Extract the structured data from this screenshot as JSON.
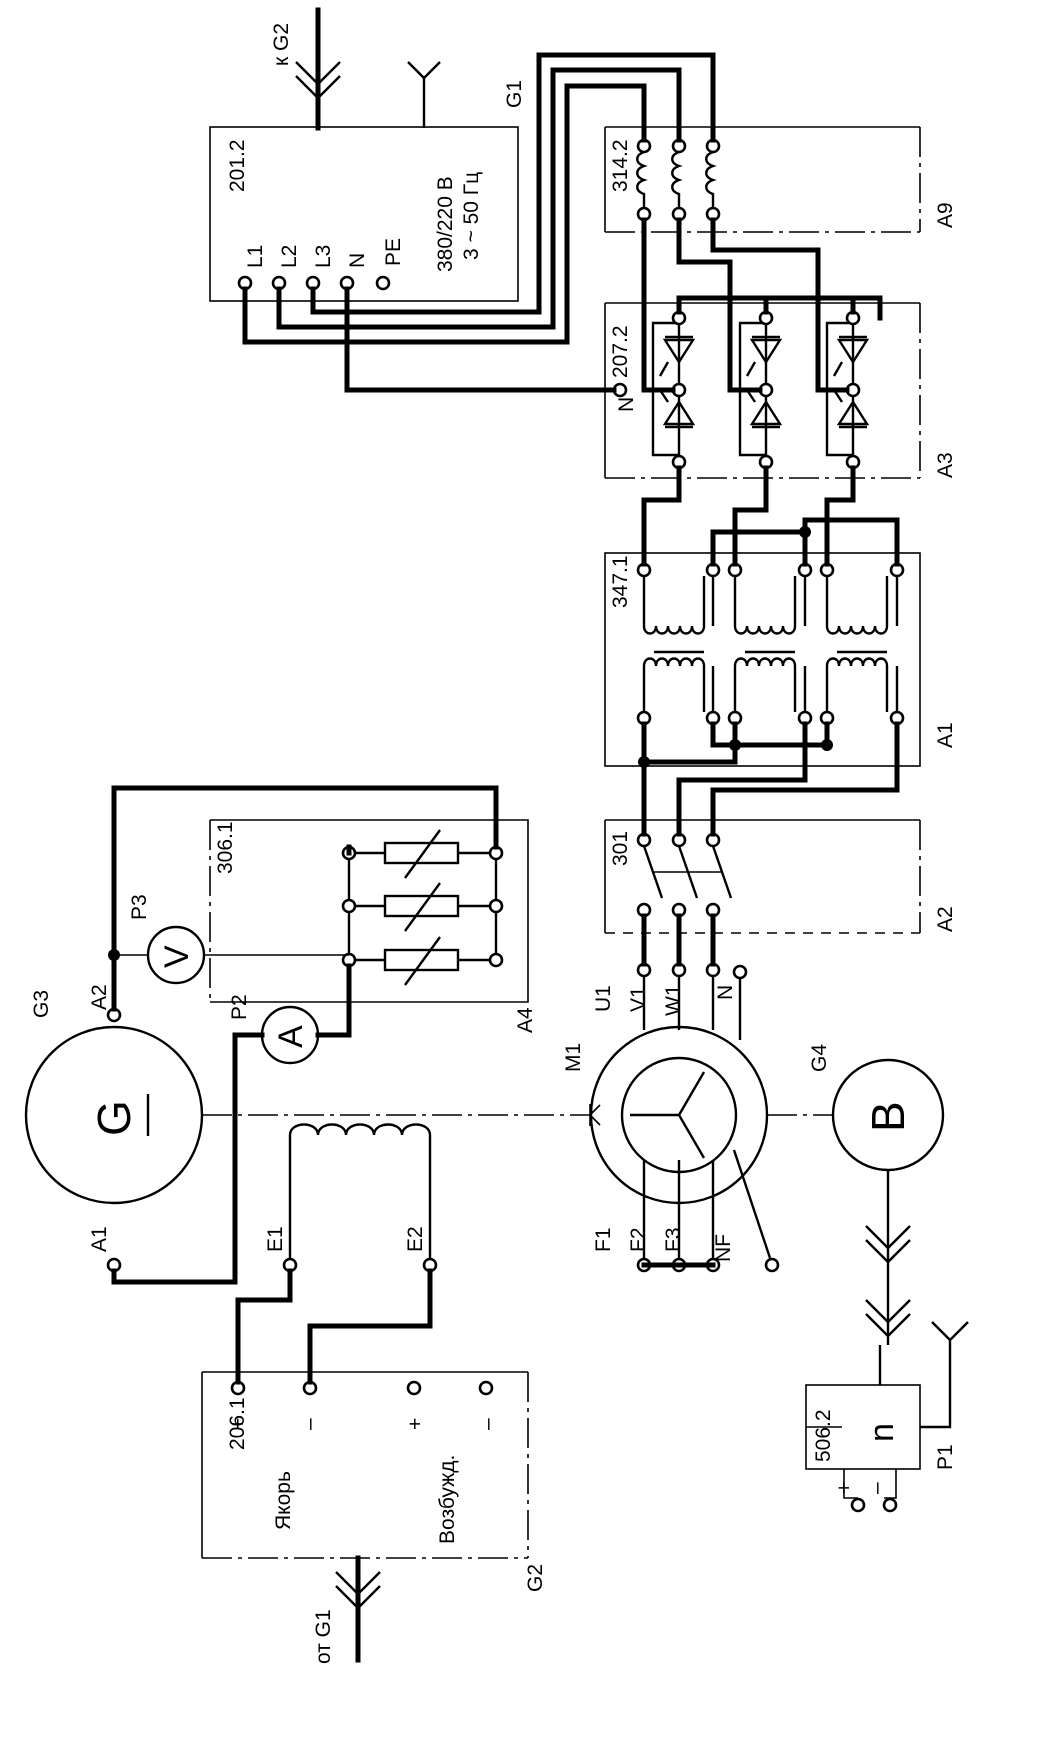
{
  "modules": {
    "g1": {
      "code": "201.2",
      "tag": "G1",
      "voltage": "380/220 В",
      "freq": "3 ~ 50 Гц",
      "terminals": [
        "L1",
        "L2",
        "L3",
        "N",
        "PE"
      ],
      "link": "к G2"
    },
    "a9": {
      "code": "314.2",
      "tag": "A9"
    },
    "a3": {
      "code": "207.2",
      "tag": "A3",
      "neutral": "N"
    },
    "a1": {
      "code": "347.1",
      "tag": "A1"
    },
    "a2": {
      "code": "301",
      "tag": "A2"
    },
    "a4": {
      "code": "306.1",
      "tag": "A4"
    },
    "g2": {
      "code": "206.1",
      "tag": "G2",
      "armature": "Якорь",
      "excitation": "Возбужд.",
      "plus1": "+",
      "minus1": "–",
      "plus2": "+",
      "minus2": "–",
      "link": "от G1"
    },
    "p1": {
      "code": "506.2",
      "tag": "P1",
      "symbol": "n",
      "plus": "+",
      "minus": "–"
    }
  },
  "machines": {
    "g3": {
      "tag": "G3",
      "symbol": "G",
      "a1": "A1",
      "a2": "A2",
      "e1": "E1",
      "e2": "E2"
    },
    "m1": {
      "tag": "M1",
      "u1": "U1",
      "v1": "V1",
      "w1": "W1",
      "n": "N",
      "f1": "F1",
      "f2": "F2",
      "f3": "F3",
      "nf": "NF"
    },
    "g4": {
      "tag": "G4",
      "symbol": "B"
    }
  },
  "meters": {
    "p2": {
      "tag": "P2",
      "symbol": "A"
    },
    "p3": {
      "tag": "P3",
      "symbol": "V"
    }
  }
}
